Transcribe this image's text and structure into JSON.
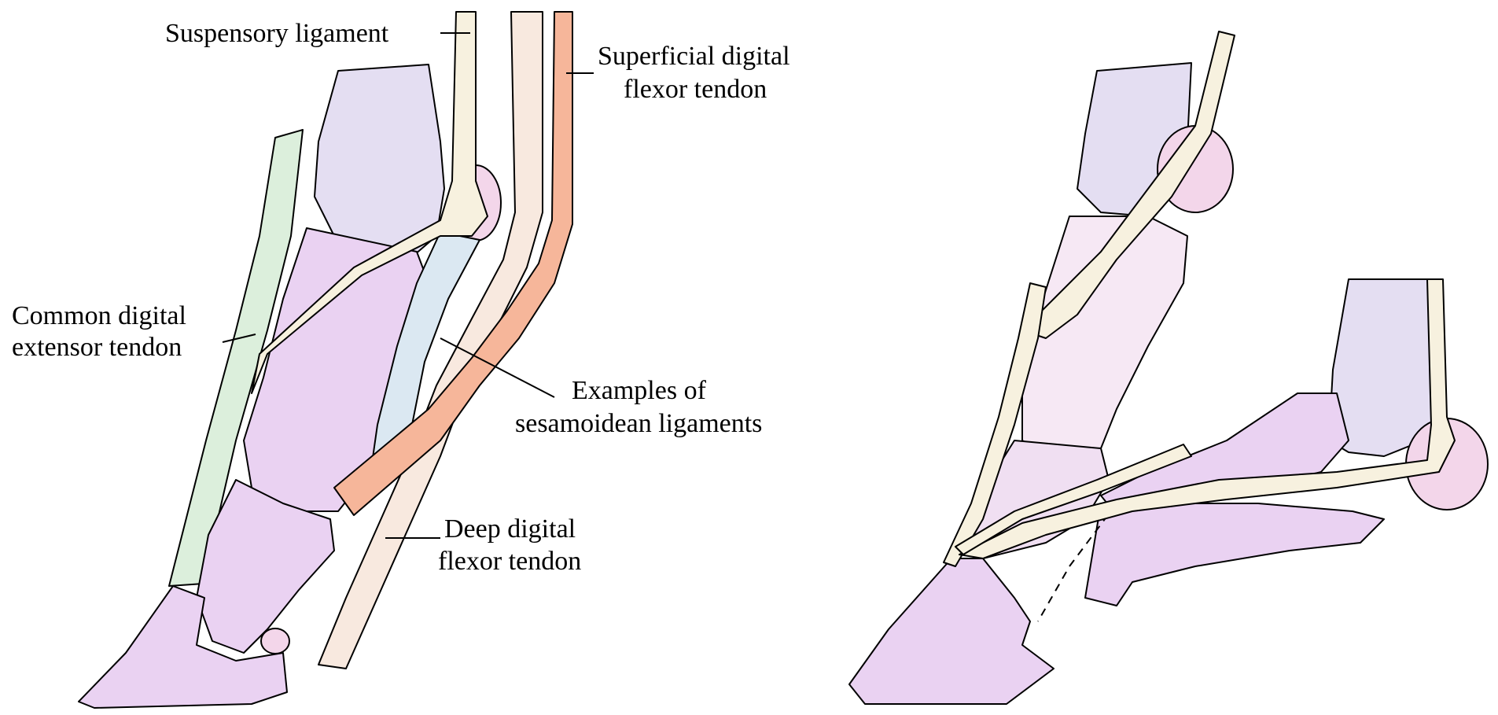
{
  "labels": {
    "suspensory_ligament": "Suspensory ligament",
    "superficial_flexor_line1": "Superficial digital",
    "superficial_flexor_line2": "flexor tendon",
    "common_extensor_line1": "Common digital",
    "common_extensor_line2": "extensor tendon",
    "sesamoidean_line1": "Examples of",
    "sesamoidean_line2": "sesamoidean ligaments",
    "deep_flexor_line1": "Deep digital",
    "deep_flexor_line2": "flexor tendon"
  },
  "colors": {
    "bone": "#ead2f2",
    "upper_bone": "#e4def2",
    "sesamoid": "#f3d6ea",
    "ligament": "#f7f1df",
    "extensor_tendon": "#dcefdc",
    "superficial_flexor": "#f6b69a",
    "deep_flexor": "#f8e9df",
    "sesamoidean_ligament": "#dbe8f2",
    "outline": "#000000"
  }
}
